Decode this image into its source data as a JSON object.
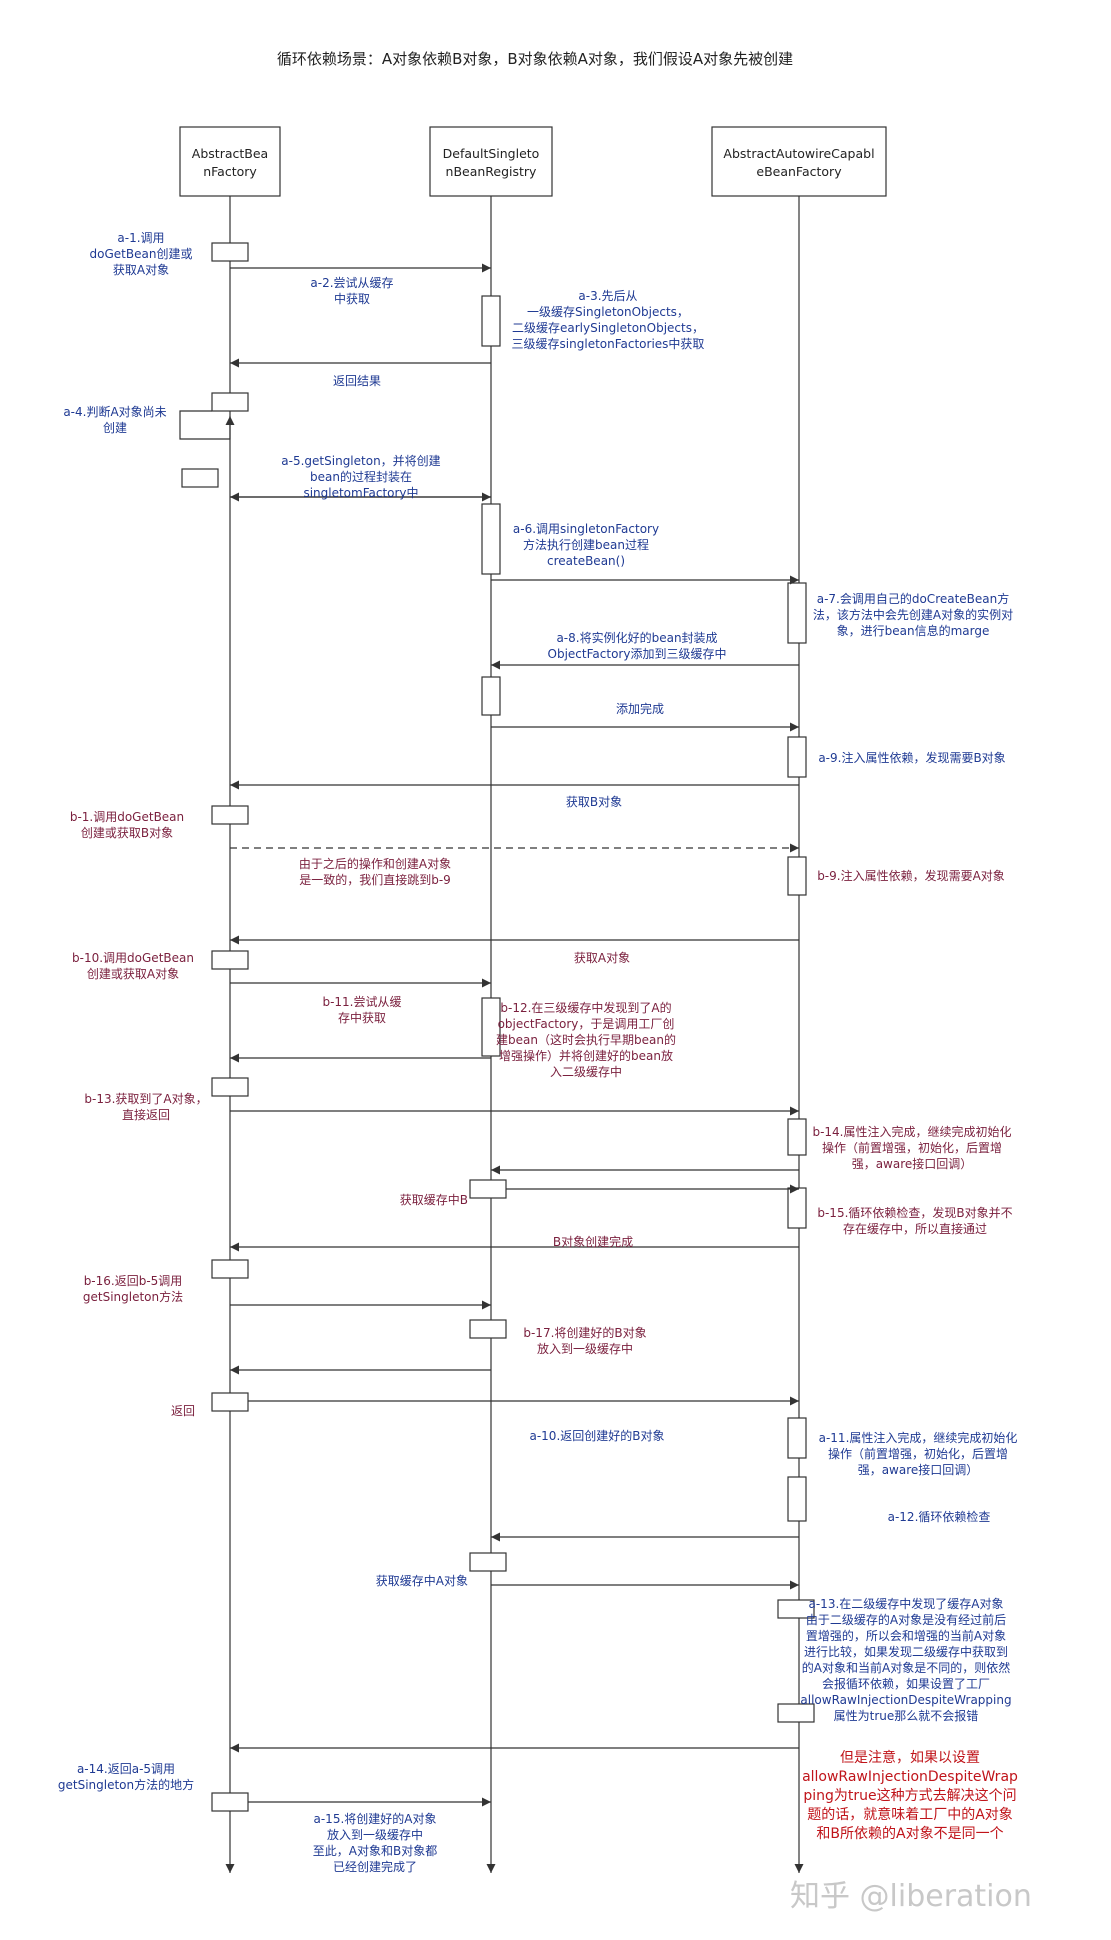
{
  "title": "循环依赖场景：A对象依赖B对象，B对象依赖A对象，我们假设A对象先被创建",
  "participants": [
    {
      "name": "AbstractBeanFactory",
      "lines": [
        "AbstractBea",
        "nFactory"
      ]
    },
    {
      "name": "DefaultSingletonBeanRegistry",
      "lines": [
        "DefaultSingleto",
        "nBeanRegistry"
      ]
    },
    {
      "name": "AbstractAutowireCapableBeanFactory",
      "lines": [
        "AbstractAutowireCapabl",
        "eBeanFactory"
      ]
    }
  ],
  "colors": {
    "blue": "#1f3a93",
    "maroon": "#7a1f3d",
    "red": "#c0141a",
    "line": "#333333",
    "watermark": "#c8c8c8"
  },
  "labels": [
    {
      "id": "a-1",
      "lines": [
        "a-1.调用",
        "doGetBean创建或",
        "获取A对象"
      ],
      "color": "blue"
    },
    {
      "id": "a-2",
      "lines": [
        "a-2.尝试从缓存",
        "中获取"
      ],
      "color": "blue"
    },
    {
      "id": "a-3",
      "lines": [
        "a-3.先后从",
        "一级缓存SingletonObjects，",
        "二级缓存earlySingletonObjects，",
        "三级缓存singletonFactories中获取"
      ],
      "color": "blue"
    },
    {
      "id": "ret-result",
      "lines": [
        "返回结果"
      ],
      "color": "blue"
    },
    {
      "id": "a-4",
      "lines": [
        "a-4.判断A对象尚未",
        "创建"
      ],
      "color": "blue"
    },
    {
      "id": "a-5",
      "lines": [
        "a-5.getSingleton，并将创建",
        "bean的过程封装在",
        "singletomFactory中"
      ],
      "color": "blue"
    },
    {
      "id": "a-6",
      "lines": [
        "a-6.调用singletonFactory",
        "方法执行创建bean过程",
        "createBean()"
      ],
      "color": "blue"
    },
    {
      "id": "a-7",
      "lines": [
        "a-7.会调用自己的doCreateBean方",
        "法，该方法中会先创建A对象的实例对",
        "象，进行bean信息的marge"
      ],
      "color": "blue"
    },
    {
      "id": "a-8",
      "lines": [
        "a-8.将实例化好的bean封装成",
        "ObjectFactory添加到三级缓存中"
      ],
      "color": "blue"
    },
    {
      "id": "add-done",
      "lines": [
        "添加完成"
      ],
      "color": "blue"
    },
    {
      "id": "a-9",
      "lines": [
        "a-9.注入属性依赖，发现需要B对象"
      ],
      "color": "blue"
    },
    {
      "id": "get-b",
      "lines": [
        "获取B对象"
      ],
      "color": "blue"
    },
    {
      "id": "b-1",
      "lines": [
        "b-1.调用doGetBean",
        "创建或获取B对象"
      ],
      "color": "maroon"
    },
    {
      "id": "jump",
      "lines": [
        "由于之后的操作和创建A对象",
        "是一致的，我们直接跳到b-9"
      ],
      "color": "maroon"
    },
    {
      "id": "b-9",
      "lines": [
        "b-9.注入属性依赖，发现需要A对象"
      ],
      "color": "maroon"
    },
    {
      "id": "get-a",
      "lines": [
        "获取A对象"
      ],
      "color": "maroon"
    },
    {
      "id": "b-10",
      "lines": [
        "b-10.调用doGetBean",
        "创建或获取A对象"
      ],
      "color": "maroon"
    },
    {
      "id": "b-11",
      "lines": [
        "b-11.尝试从缓",
        "存中获取"
      ],
      "color": "maroon"
    },
    {
      "id": "b-12",
      "lines": [
        "b-12.在三级缓存中发现到了A的",
        "objectFactory，于是调用工厂创",
        "建bean（这时会执行早期bean的",
        "增强操作）并将创建好的bean放",
        "入二级缓存中"
      ],
      "color": "maroon"
    },
    {
      "id": "b-13",
      "lines": [
        "b-13.获取到了A对象，",
        "直接返回"
      ],
      "color": "maroon"
    },
    {
      "id": "b-14",
      "lines": [
        "b-14.属性注入完成，继续完成初始化",
        "操作（前置增强，初始化，后置增",
        "强，aware接口回调）"
      ],
      "color": "maroon"
    },
    {
      "id": "get-cache-b",
      "lines": [
        "获取缓存中B"
      ],
      "color": "maroon"
    },
    {
      "id": "b-15",
      "lines": [
        "b-15.循环依赖检查，发现B对象并不",
        "存在缓存中，所以直接通过"
      ],
      "color": "maroon"
    },
    {
      "id": "b-done",
      "lines": [
        "B对象创建完成"
      ],
      "color": "maroon"
    },
    {
      "id": "b-16",
      "lines": [
        "b-16.返回b-5调用",
        "getSingleton方法"
      ],
      "color": "maroon"
    },
    {
      "id": "b-17",
      "lines": [
        "b-17.将创建好的B对象",
        "放入到一级缓存中"
      ],
      "color": "maroon"
    },
    {
      "id": "ret",
      "lines": [
        "返回"
      ],
      "color": "maroon"
    },
    {
      "id": "a-10",
      "lines": [
        "a-10.返回创建好的B对象"
      ],
      "color": "blue"
    },
    {
      "id": "a-11",
      "lines": [
        "a-11.属性注入完成，继续完成初始化",
        "操作（前置增强，初始化，后置增",
        "强，aware接口回调）"
      ],
      "color": "blue"
    },
    {
      "id": "a-12",
      "lines": [
        "a-12.循环依赖检查"
      ],
      "color": "blue"
    },
    {
      "id": "get-cache-a",
      "lines": [
        "获取缓存中A对象"
      ],
      "color": "blue"
    },
    {
      "id": "a-13",
      "lines": [
        "a-13.在二级缓存中发现了缓存A对象",
        "由于二级缓存的A对象是没有经过前后",
        "置增强的，所以会和增强的当前A对象",
        "进行比较，如果发现二级缓存中获取到",
        "的A对象和当前A对象是不同的，则依然",
        "会报循环依赖，如果设置了工厂",
        "allowRawInjectionDespiteWrapping",
        "属性为true那么就不会报错"
      ],
      "color": "blue"
    },
    {
      "id": "a-14",
      "lines": [
        "a-14.返回a-5调用",
        "getSingleton方法的地方"
      ],
      "color": "blue"
    },
    {
      "id": "a-15",
      "lines": [
        "a-15.将创建好的A对象",
        "放入到一级缓存中",
        "至此，A对象和B对象都",
        "已经创建完成了"
      ],
      "color": "blue"
    },
    {
      "id": "note",
      "lines": [
        "但是注意，如果以设置",
        "allowRawInjectionDespiteWrap",
        "ping为true这种方式去解决这个问",
        "题的话，就意味着工厂中的A对象",
        "和B所依赖的A对象不是同一个"
      ],
      "color": "red"
    }
  ],
  "watermark": "知乎 @liberation"
}
